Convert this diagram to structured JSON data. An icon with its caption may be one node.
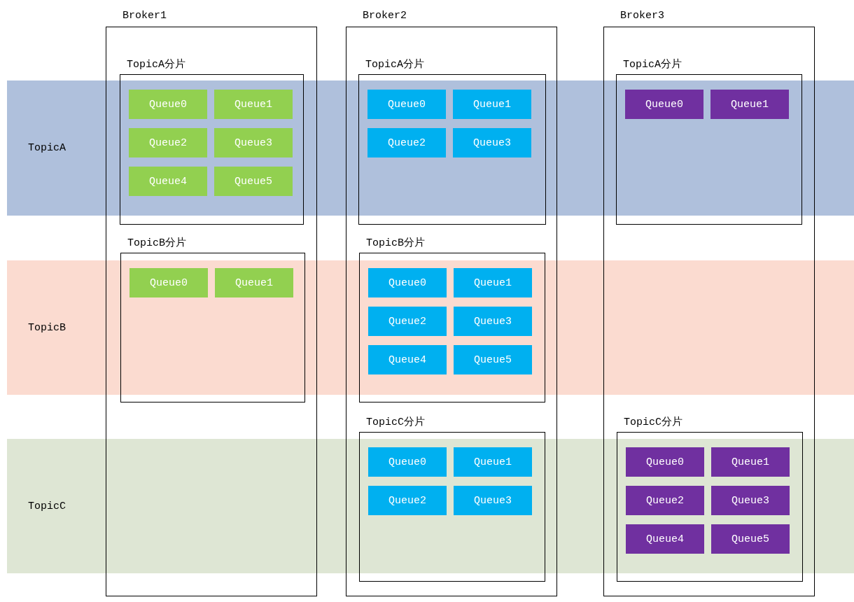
{
  "diagram": {
    "nodes": [
      {
        "text": [
          "Broker1"
        ]
      },
      {
        "text": [
          "Broker2"
        ]
      },
      {
        "text": [
          "Broker3"
        ]
      },
      {
        "text": [
          "TopicA"
        ]
      },
      {
        "text": [
          "TopicB"
        ]
      },
      {
        "text": [
          "TopicC"
        ]
      },
      {
        "text": [
          "TopicA分片"
        ],
        "in": 0
      },
      {
        "text": [
          "TopicB分片"
        ],
        "in": 0
      },
      {
        "text": [
          "TopicA分片"
        ],
        "in": 1
      },
      {
        "text": [
          "TopicB分片"
        ],
        "in": 1
      },
      {
        "text": [
          "TopicC分片"
        ],
        "in": 1
      },
      {
        "text": [
          "TopicA分片"
        ],
        "in": 2
      },
      {
        "text": [
          "TopicC分片"
        ],
        "in": 2
      },
      {
        "text": [
          "Queue0"
        ],
        "in": 6
      },
      {
        "text": [
          "Queue1"
        ],
        "in": 6
      },
      {
        "text": [
          "Queue2"
        ],
        "in": 6
      },
      {
        "text": [
          "Queue3"
        ],
        "in": 6
      },
      {
        "text": [
          "Queue4"
        ],
        "in": 6
      },
      {
        "text": [
          "Queue5"
        ],
        "in": 6
      },
      {
        "text": [
          "Queue0"
        ],
        "in": 7
      },
      {
        "text": [
          "Queue1"
        ],
        "in": 7
      },
      {
        "text": [
          "Queue0"
        ],
        "in": 8
      },
      {
        "text": [
          "Queue1"
        ],
        "in": 8
      },
      {
        "text": [
          "Queue2"
        ],
        "in": 8
      },
      {
        "text": [
          "Queue3"
        ],
        "in": 8
      },
      {
        "text": [
          "Queue0"
        ],
        "in": 9
      },
      {
        "text": [
          "Queue1"
        ],
        "in": 9
      },
      {
        "text": [
          "Queue2"
        ],
        "in": 9
      },
      {
        "text": [
          "Queue3"
        ],
        "in": 9
      },
      {
        "text": [
          "Queue4"
        ],
        "in": 9
      },
      {
        "text": [
          "Queue5"
        ],
        "in": 9
      },
      {
        "text": [
          "Queue0"
        ],
        "in": 10
      },
      {
        "text": [
          "Queue1"
        ],
        "in": 10
      },
      {
        "text": [
          "Queue2"
        ],
        "in": 10
      },
      {
        "text": [
          "Queue3"
        ],
        "in": 10
      },
      {
        "text": [
          "Queue0"
        ],
        "in": 11
      },
      {
        "text": [
          "Queue1"
        ],
        "in": 11
      },
      {
        "text": [
          "Queue0"
        ],
        "in": 12
      },
      {
        "text": [
          "Queue1"
        ],
        "in": 12
      },
      {
        "text": [
          "Queue2"
        ],
        "in": 12
      },
      {
        "text": [
          "Queue3"
        ],
        "in": 12
      },
      {
        "text": [
          "Queue4"
        ],
        "in": 12
      },
      {
        "text": [
          "Queue5"
        ],
        "in": 12
      }
    ]
  }
}
